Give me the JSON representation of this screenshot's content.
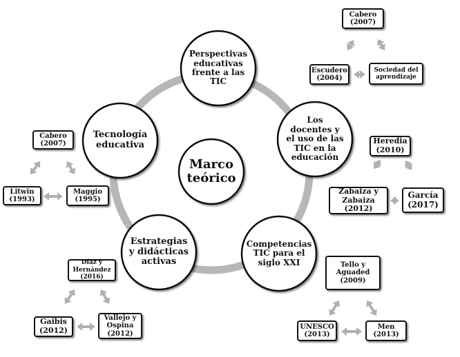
{
  "center": {
    "lines": [
      "Marco",
      "teórico"
    ]
  },
  "topics": [
    {
      "id": "perspectivas",
      "lines": [
        "Perspectivas",
        "educativas",
        "frente a las",
        "TIC"
      ]
    },
    {
      "id": "docentes",
      "lines": [
        "Los",
        "docentes y",
        "el uso de las",
        "TIC en la",
        "educación"
      ]
    },
    {
      "id": "competencias",
      "lines": [
        "Competencias",
        "TIC para el",
        "siglo XXI"
      ]
    },
    {
      "id": "estrategias",
      "lines": [
        "Estrategias",
        "y didácticas",
        "activas"
      ]
    },
    {
      "id": "tecnologia",
      "lines": [
        "Tecnología",
        "educativa"
      ]
    }
  ],
  "references": {
    "perspectivas": [
      [
        "Cabero",
        "(2007)"
      ],
      [
        "Escudero",
        "(2004)"
      ],
      [
        "Sociedad del",
        "aprendizaje"
      ]
    ],
    "docentes": [
      [
        "Heredia",
        "(2010)"
      ],
      [
        "Zabaiza y",
        "Zabaiza",
        "(2012)"
      ],
      [
        "García",
        "(2017)"
      ]
    ],
    "competencias": [
      [
        "Tello y",
        "Aguaded",
        "(2009)"
      ],
      [
        "UNESCO",
        "(2013)"
      ],
      [
        "Men",
        "(2013)"
      ]
    ],
    "estrategias": [
      [
        "Díaz y",
        "Hernández",
        "(2016)"
      ],
      [
        "Gaibis",
        "(2012)"
      ],
      [
        "Vallejo y",
        "Ospina",
        "(2012)"
      ]
    ],
    "tecnologia": [
      [
        "Cabero",
        "(2007)"
      ],
      [
        "Litwin",
        "(1993)"
      ],
      [
        "Maggio",
        "(1995)"
      ]
    ]
  },
  "colors": {
    "ring": "#b7b7b7",
    "arrow": "#b0b0b0",
    "stroke": "#111111",
    "fill": "#ffffff"
  }
}
